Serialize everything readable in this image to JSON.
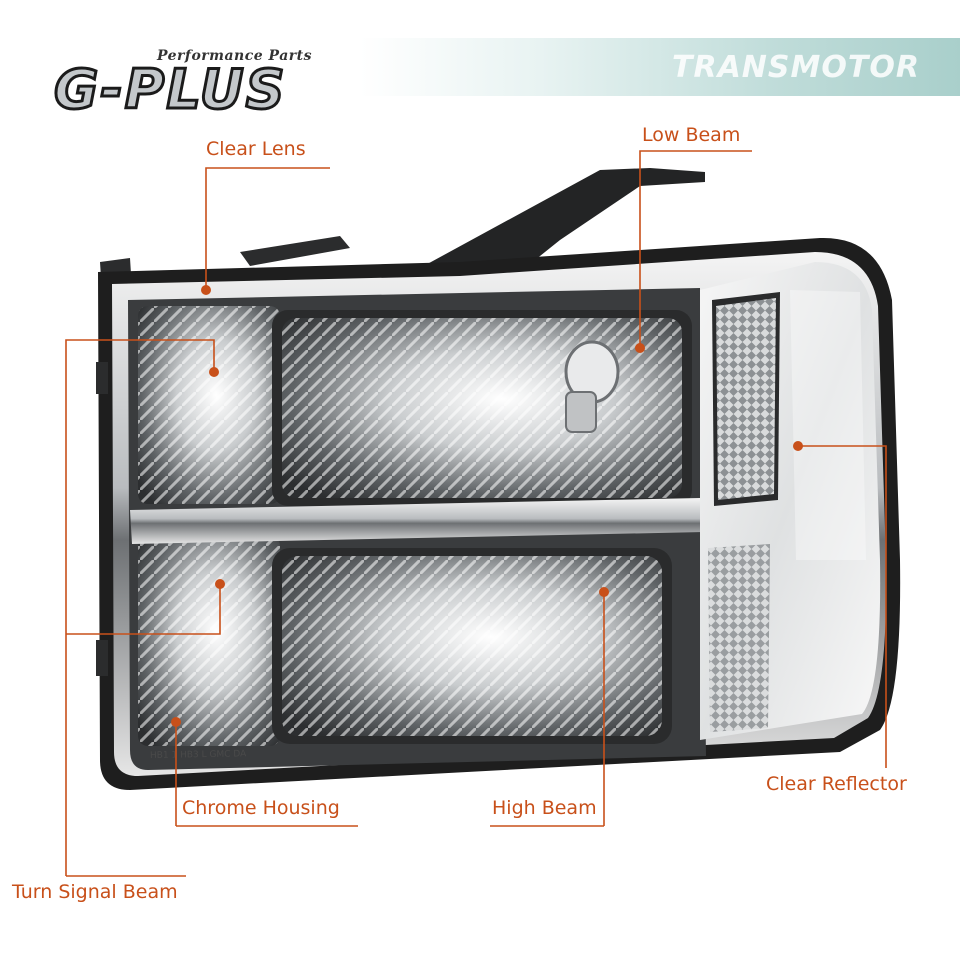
{
  "brand": {
    "tagline": "Performance Parts",
    "name": "G-PLUS",
    "watermark": "TRANSMOTOR"
  },
  "callouts": {
    "clear_lens": "Clear Lens",
    "low_beam": "Low Beam",
    "clear_reflector": "Clear Reflector",
    "chrome_housing": "Chrome Housing",
    "high_beam": "High Beam",
    "turn_signal_beam": "Turn Signal Beam"
  },
  "colors": {
    "callout": "#c8501a",
    "banner": "#a9cfcb",
    "housing_trim": "#1e1e1e"
  },
  "product": "headlight assembly"
}
